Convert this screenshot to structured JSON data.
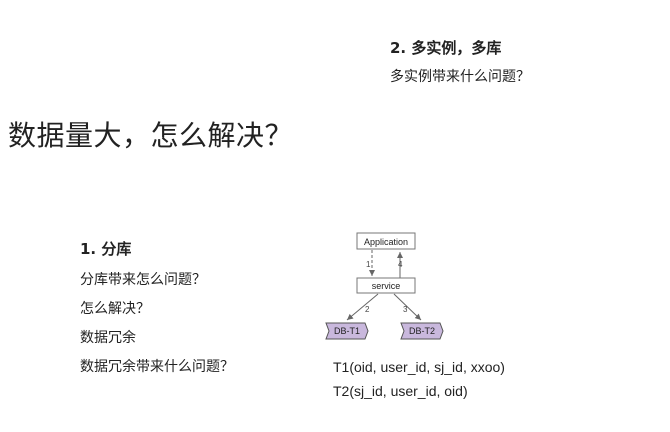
{
  "main_title": "数据量大，怎么解决？",
  "section2": {
    "heading": "2. 多实例，多库",
    "question": "多实例带来什么问题？"
  },
  "section1": {
    "heading": "1. 分库",
    "items": [
      "分库带来怎么问题？",
      "怎么解决？",
      "数据冗余",
      "数据冗余带来什么问题？"
    ]
  },
  "diagram": {
    "application": "Application",
    "service": "service",
    "db1": "DB-T1",
    "db2": "DB-T2",
    "step1": "1",
    "step2": "2",
    "step3": "3",
    "step4": "4",
    "db_color": "#c9b8dd"
  },
  "tables": [
    "T1(oid, user_id, sj_id, xxoo)",
    "T2(sj_id, user_id, oid)"
  ]
}
